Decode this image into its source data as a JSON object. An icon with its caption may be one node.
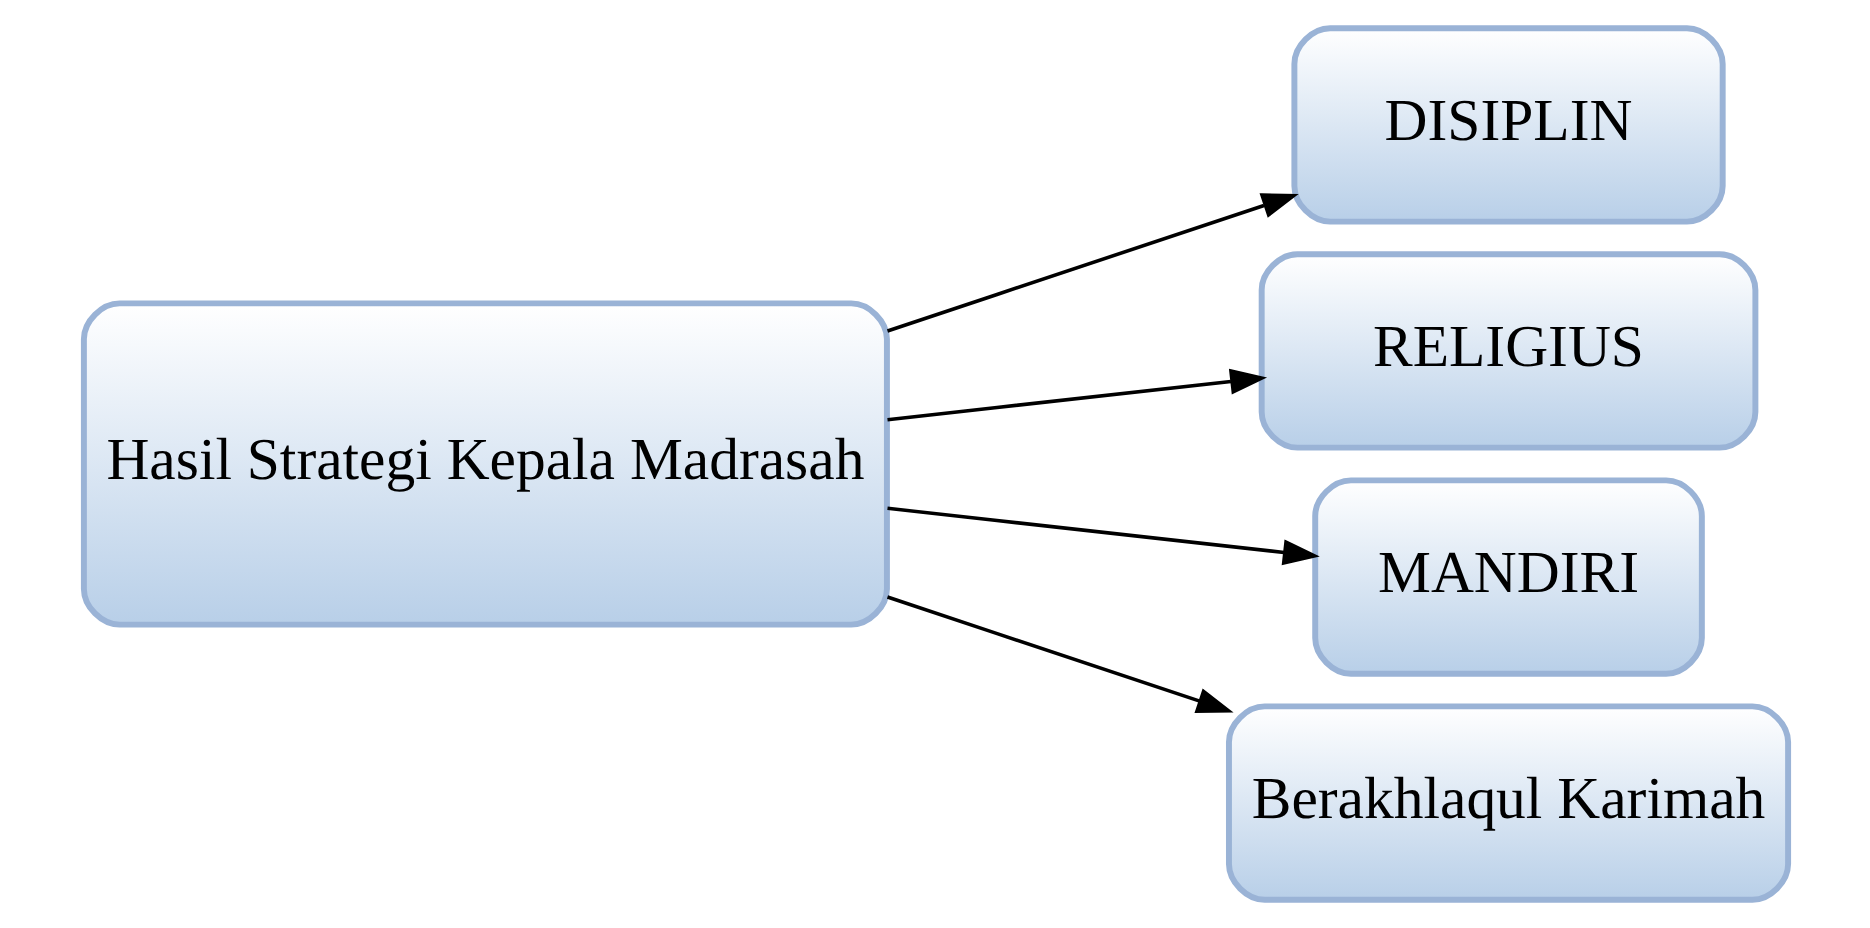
{
  "diagram": {
    "nodes": [
      {
        "text": [
          "Hasil Strategi Kepala Madrasah"
        ]
      },
      {
        "text": [
          "DISIPLIN"
        ]
      },
      {
        "text": [
          "RELIGIUS"
        ]
      },
      {
        "text": [
          "MANDIRI"
        ]
      },
      {
        "text": [
          "Berakhlaqul Karimah"
        ]
      }
    ],
    "edges": [
      {
        "from": 0,
        "to": 1,
        "arrow": "to"
      },
      {
        "from": 0,
        "to": 2,
        "arrow": "to"
      },
      {
        "from": 0,
        "to": 3,
        "arrow": "to"
      },
      {
        "from": 0,
        "to": 4,
        "arrow": "to"
      }
    ]
  }
}
